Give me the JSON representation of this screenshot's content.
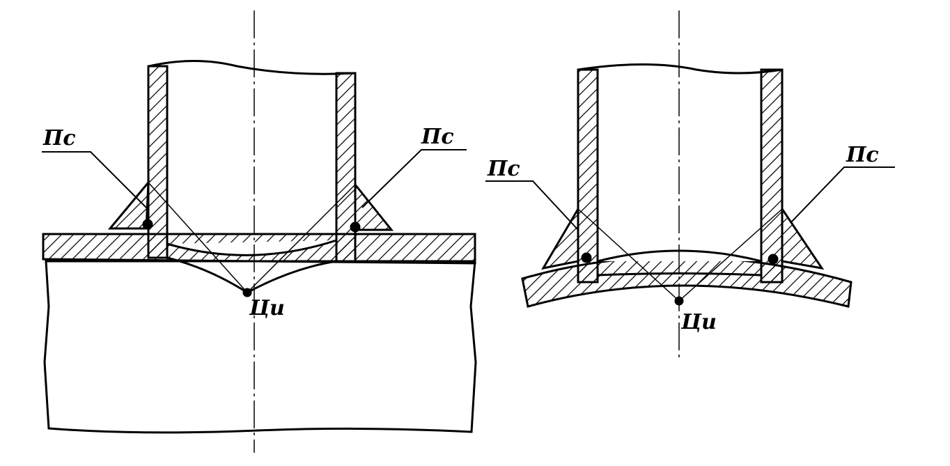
{
  "figures": [
    {
      "name": "flat-plate-joint",
      "labels": {
        "weld_left": "Пс",
        "weld_right": "Пс",
        "center": "Ци"
      }
    },
    {
      "name": "curved-shell-joint",
      "labels": {
        "weld_left": "Пс",
        "weld_right": "Пс",
        "center": "Ци"
      }
    }
  ]
}
